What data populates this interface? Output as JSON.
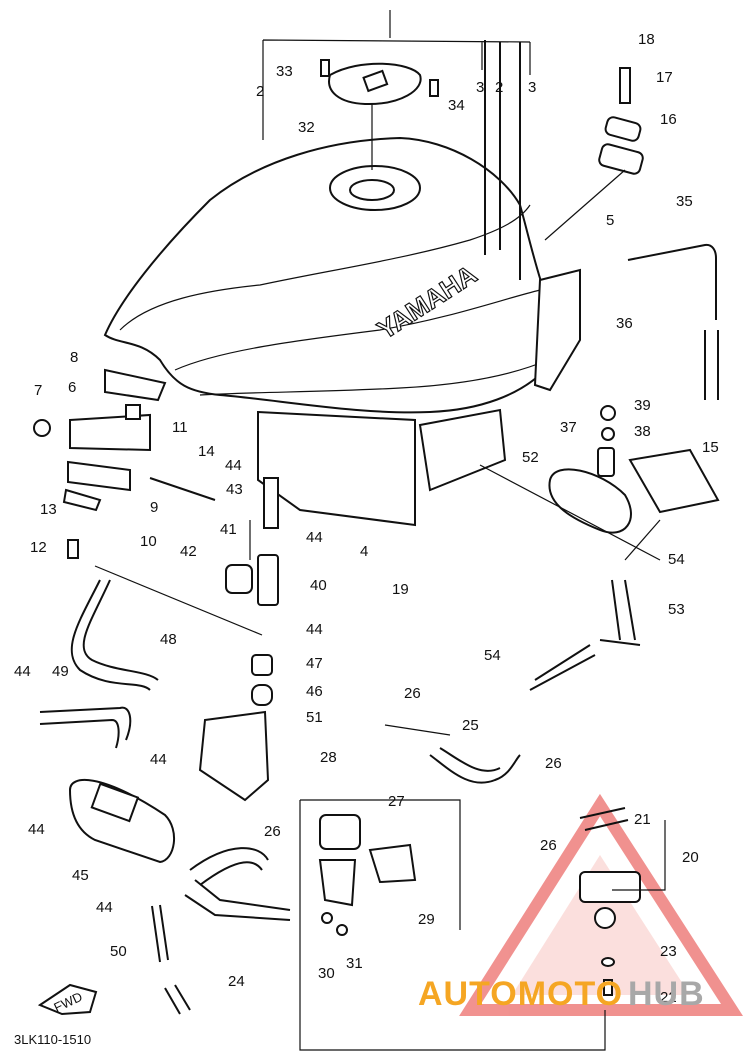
{
  "diagram": {
    "brand_on_tank": "YAMAHA",
    "fwd_label": "FWD",
    "drawing_code": "3LK110-1510",
    "watermark": {
      "text_primary": "AUTOMOTO",
      "text_secondary": "HUB",
      "color_primary": "#f5a623",
      "color_secondary": "#a8a8a8",
      "triangle_color": "#e53935"
    },
    "callouts": [
      {
        "id": "c2a",
        "label": "2"
      },
      {
        "id": "c2b",
        "label": "2"
      },
      {
        "id": "c3a",
        "label": "3"
      },
      {
        "id": "c3b",
        "label": "3"
      },
      {
        "id": "c4",
        "label": "4"
      },
      {
        "id": "c5",
        "label": "5"
      },
      {
        "id": "c6",
        "label": "6"
      },
      {
        "id": "c7",
        "label": "7"
      },
      {
        "id": "c8",
        "label": "8"
      },
      {
        "id": "c9",
        "label": "9"
      },
      {
        "id": "c10",
        "label": "10"
      },
      {
        "id": "c11",
        "label": "11"
      },
      {
        "id": "c12",
        "label": "12"
      },
      {
        "id": "c13",
        "label": "13"
      },
      {
        "id": "c14",
        "label": "14"
      },
      {
        "id": "c15",
        "label": "15"
      },
      {
        "id": "c16",
        "label": "16"
      },
      {
        "id": "c17",
        "label": "17"
      },
      {
        "id": "c18",
        "label": "18"
      },
      {
        "id": "c19",
        "label": "19"
      },
      {
        "id": "c20",
        "label": "20"
      },
      {
        "id": "c21",
        "label": "21"
      },
      {
        "id": "c22",
        "label": "22"
      },
      {
        "id": "c23",
        "label": "23"
      },
      {
        "id": "c24",
        "label": "24"
      },
      {
        "id": "c25",
        "label": "25"
      },
      {
        "id": "c26a",
        "label": "26"
      },
      {
        "id": "c26b",
        "label": "26"
      },
      {
        "id": "c26c",
        "label": "26"
      },
      {
        "id": "c26d",
        "label": "26"
      },
      {
        "id": "c27",
        "label": "27"
      },
      {
        "id": "c28",
        "label": "28"
      },
      {
        "id": "c29",
        "label": "29"
      },
      {
        "id": "c30",
        "label": "30"
      },
      {
        "id": "c31",
        "label": "31"
      },
      {
        "id": "c32",
        "label": "32"
      },
      {
        "id": "c33",
        "label": "33"
      },
      {
        "id": "c34",
        "label": "34"
      },
      {
        "id": "c35",
        "label": "35"
      },
      {
        "id": "c36",
        "label": "36"
      },
      {
        "id": "c37",
        "label": "37"
      },
      {
        "id": "c38",
        "label": "38"
      },
      {
        "id": "c39",
        "label": "39"
      },
      {
        "id": "c40",
        "label": "40"
      },
      {
        "id": "c41",
        "label": "41"
      },
      {
        "id": "c42",
        "label": "42"
      },
      {
        "id": "c43",
        "label": "43"
      },
      {
        "id": "c44a",
        "label": "44"
      },
      {
        "id": "c44b",
        "label": "44"
      },
      {
        "id": "c44c",
        "label": "44"
      },
      {
        "id": "c44d",
        "label": "44"
      },
      {
        "id": "c44e",
        "label": "44"
      },
      {
        "id": "c44f",
        "label": "44"
      },
      {
        "id": "c44g",
        "label": "44"
      },
      {
        "id": "c45",
        "label": "45"
      },
      {
        "id": "c46",
        "label": "46"
      },
      {
        "id": "c47",
        "label": "47"
      },
      {
        "id": "c48",
        "label": "48"
      },
      {
        "id": "c49",
        "label": "49"
      },
      {
        "id": "c50",
        "label": "50"
      },
      {
        "id": "c51",
        "label": "51"
      },
      {
        "id": "c52",
        "label": "52"
      },
      {
        "id": "c53",
        "label": "53"
      },
      {
        "id": "c54a",
        "label": "54"
      },
      {
        "id": "c54b",
        "label": "54"
      }
    ]
  }
}
